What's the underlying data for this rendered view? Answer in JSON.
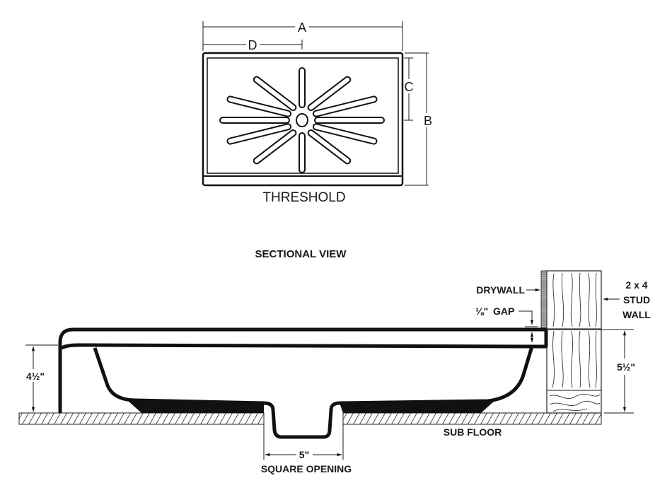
{
  "plan_view": {
    "dim_a": "A",
    "dim_b": "B",
    "dim_c": "C",
    "dim_d": "D",
    "threshold_label": "THRESHOLD"
  },
  "section_view": {
    "title": "SECTIONAL VIEW",
    "drywall_label": "DRYWALL",
    "gap_fraction": "⅛\"",
    "gap_label": "GAP",
    "stud_label_line1": "2 x 4",
    "stud_label_line2": "STUD",
    "stud_label_line3": "WALL",
    "stud_height": "5½\"",
    "curb_height": "4½\"",
    "drain_width": "5\"",
    "drain_label": "SQUARE OPENING",
    "subfloor_label": "SUB FLOOR"
  },
  "colors": {
    "ink": "#111111",
    "drywall": "#9a9a9a"
  }
}
